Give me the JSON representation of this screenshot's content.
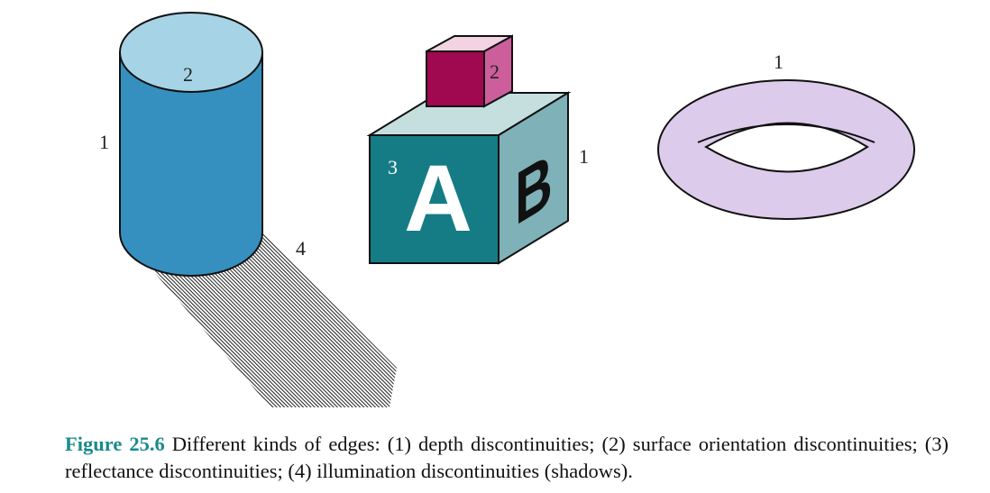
{
  "figure": {
    "labels": {
      "cylinder_side": "1",
      "cylinder_top": "2",
      "shadow": "4",
      "small_block": "2",
      "cube_front": "3",
      "cube_side": "1",
      "torus": "1"
    },
    "letters": {
      "front": "A",
      "side": "B"
    },
    "colors": {
      "cylinder_body": "#3590c0",
      "cylinder_top": "#a7d3e6",
      "cube_front": "#157c85",
      "cube_top": "#c5dfdf",
      "cube_side": "#7fb1b8",
      "small_front": "#a0084f",
      "small_top": "#f3d2e1",
      "small_side": "#cc5e9c",
      "torus": "#dccbea",
      "caption_label": "#1a8a8a"
    }
  },
  "caption": {
    "label": "Figure 25.6",
    "text": "Different kinds of edges: (1) depth discontinuities; (2) surface orientation discontinuities; (3) reflectance discontinuities; (4) illumination discontinuities (shadows)."
  }
}
